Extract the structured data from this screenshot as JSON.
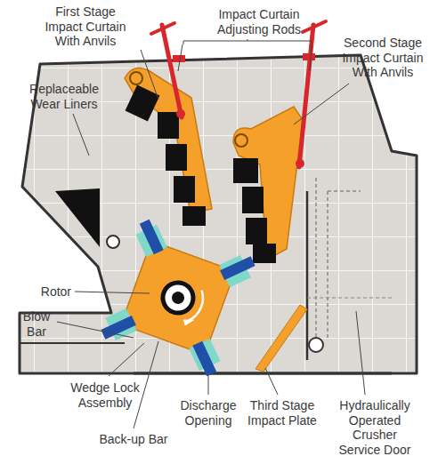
{
  "diagram": {
    "labels": [
      "First Stage Impact Curtain With Anvils",
      "Impact Curtain Adjusting Rods",
      "Second Stage Impact Curtain With Anvils",
      "Replaceable Wear Liners",
      "Rotor",
      "Blow Bar",
      "Wedge Lock Assembly",
      "Back-up Bar",
      "Discharge Opening",
      "Third Stage Impact Plate",
      "Hydraulically Operated Crusher Service Door"
    ]
  }
}
